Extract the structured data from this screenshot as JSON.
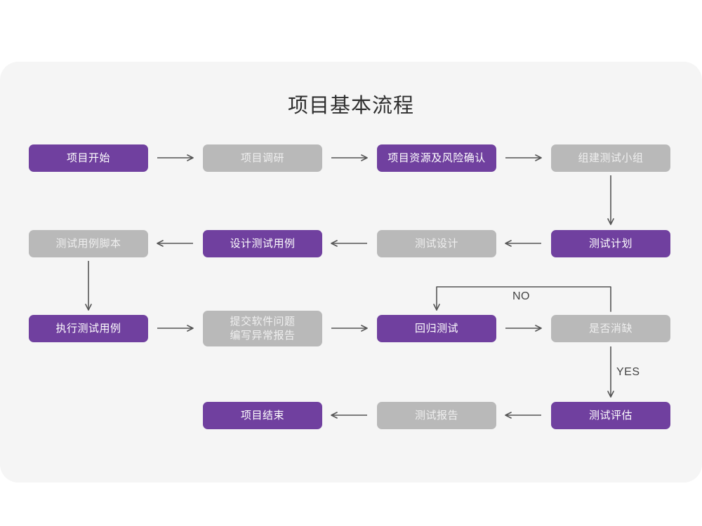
{
  "card": {
    "title": "项目基本流程",
    "background_color": "#f5f5f5",
    "page_background_color": "#ffffff"
  },
  "palette": {
    "purple": "#70409f",
    "gray": "#b9b9b9",
    "purple_text": "#ffffff",
    "gray_text": "#efefef",
    "arrow": "#555555",
    "title_text": "#2f2f2f"
  },
  "chart_data": {
    "type": "diagram",
    "title": "项目基本流程",
    "nodes": [
      {
        "id": "n1",
        "label": "项目开始",
        "style": "purple",
        "row": 1,
        "col": 1
      },
      {
        "id": "n2",
        "label": "项目调研",
        "style": "gray",
        "row": 1,
        "col": 2
      },
      {
        "id": "n3",
        "label": "项目资源及风险确认",
        "style": "purple",
        "row": 1,
        "col": 3
      },
      {
        "id": "n4",
        "label": "组建测试小组",
        "style": "gray",
        "row": 1,
        "col": 4
      },
      {
        "id": "n5",
        "label": "测试计划",
        "style": "purple",
        "row": 2,
        "col": 4
      },
      {
        "id": "n6",
        "label": "测试设计",
        "style": "gray",
        "row": 2,
        "col": 3
      },
      {
        "id": "n7",
        "label": "设计测试用例",
        "style": "purple",
        "row": 2,
        "col": 2
      },
      {
        "id": "n8",
        "label": "测试用例脚本",
        "style": "gray",
        "row": 2,
        "col": 1
      },
      {
        "id": "n9",
        "label": "执行测试用例",
        "style": "purple",
        "row": 3,
        "col": 1
      },
      {
        "id": "n10",
        "label": "提交软件问题\n编写异常报告",
        "style": "gray",
        "row": 3,
        "col": 2
      },
      {
        "id": "n11",
        "label": "回归测试",
        "style": "purple",
        "row": 3,
        "col": 3
      },
      {
        "id": "n12",
        "label": "是否消缺",
        "style": "gray",
        "row": 3,
        "col": 4
      },
      {
        "id": "n13",
        "label": "测试评估",
        "style": "purple",
        "row": 4,
        "col": 4
      },
      {
        "id": "n14",
        "label": "测试报告",
        "style": "gray",
        "row": 4,
        "col": 3
      },
      {
        "id": "n15",
        "label": "项目结束",
        "style": "purple",
        "row": 4,
        "col": 2
      }
    ],
    "edges": [
      {
        "from": "n1",
        "to": "n2",
        "dir": "right",
        "label": ""
      },
      {
        "from": "n2",
        "to": "n3",
        "dir": "right",
        "label": ""
      },
      {
        "from": "n3",
        "to": "n4",
        "dir": "right",
        "label": ""
      },
      {
        "from": "n4",
        "to": "n5",
        "dir": "down",
        "label": ""
      },
      {
        "from": "n5",
        "to": "n6",
        "dir": "left",
        "label": ""
      },
      {
        "from": "n6",
        "to": "n7",
        "dir": "left",
        "label": ""
      },
      {
        "from": "n7",
        "to": "n8",
        "dir": "left",
        "label": ""
      },
      {
        "from": "n8",
        "to": "n9",
        "dir": "down",
        "label": ""
      },
      {
        "from": "n9",
        "to": "n10",
        "dir": "right",
        "label": ""
      },
      {
        "from": "n10",
        "to": "n11",
        "dir": "right",
        "label": ""
      },
      {
        "from": "n11",
        "to": "n12",
        "dir": "right",
        "label": ""
      },
      {
        "from": "n12",
        "to": "n11",
        "dir": "loop-up-left",
        "label": "NO"
      },
      {
        "from": "n12",
        "to": "n13",
        "dir": "down",
        "label": "YES"
      },
      {
        "from": "n13",
        "to": "n14",
        "dir": "left",
        "label": ""
      },
      {
        "from": "n14",
        "to": "n15",
        "dir": "left",
        "label": ""
      }
    ],
    "edge_labels": [
      "NO",
      "YES"
    ]
  },
  "labels": {
    "no": "NO",
    "yes": "YES"
  }
}
